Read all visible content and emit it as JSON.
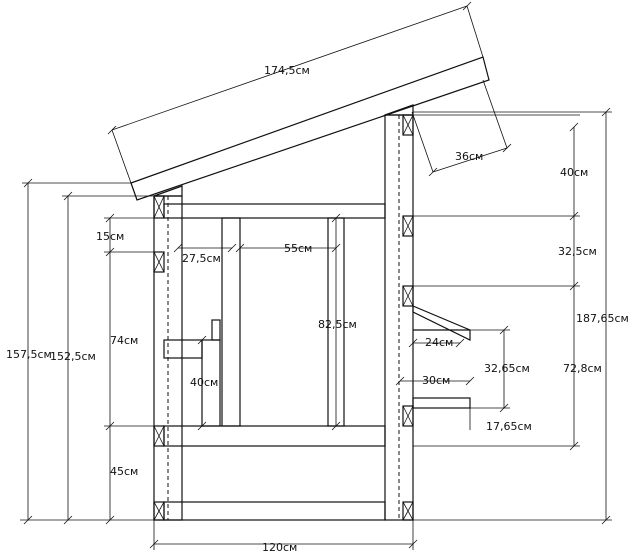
{
  "dimensions": {
    "roof_slope": "174,5см",
    "overhang": "36см",
    "top_gap": "40см",
    "mid_gap": "32,5см",
    "lower_gap": "72,8см",
    "total_height_right": "187,65см",
    "total_height_left": "157,5см",
    "wall_height_left": "152,5см",
    "beam_15": "15см",
    "post_27": "27,5см",
    "window_width": "55см",
    "window_height": "82,5см",
    "left_74": "74см",
    "left_40": "40см",
    "left_45": "45см",
    "shelf_24": "24см",
    "shelf_30": "30см",
    "shelf_height": "32,65см",
    "shelf_bottom": "17,65см",
    "base_width": "120см"
  }
}
